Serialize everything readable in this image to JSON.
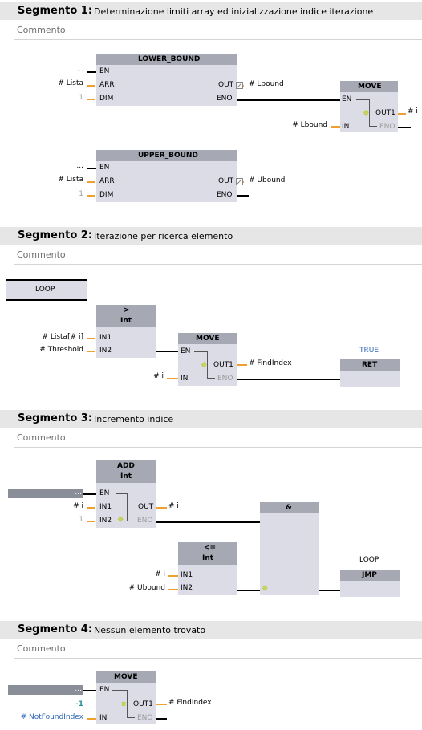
{
  "comment_placeholder": "Commento",
  "segments": [
    {
      "number": "Segmento 1:",
      "title": "Determinazione limiti array ed inizializzazione indice iterazione",
      "lower_bound": {
        "title": "LOWER_BOUND",
        "en": "EN",
        "arr": "ARR",
        "dim": "DIM",
        "out": "OUT",
        "eno": "ENO",
        "en_input": "...",
        "arr_input": "# Lista",
        "dim_input": "1",
        "out_target": "# Lbound"
      },
      "upper_bound": {
        "title": "UPPER_BOUND",
        "en": "EN",
        "arr": "ARR",
        "dim": "DIM",
        "out": "OUT",
        "eno": "ENO",
        "en_input": "...",
        "arr_input": "# Lista",
        "dim_input": "1",
        "out_target": "# Ubound"
      },
      "move": {
        "title": "MOVE",
        "en": "EN",
        "in": "IN",
        "out1": "OUT1",
        "eno": "ENO",
        "in_input": "# Lbound",
        "out_target": "# i"
      }
    },
    {
      "number": "Segmento 2:",
      "title": "Iterazione per ricerca elemento",
      "label": "LOOP",
      "cmp": {
        "title": ">",
        "type": "Int",
        "in1": "IN1",
        "in2": "IN2",
        "in1_input": "# Lista[# i]",
        "in2_input": "# Threshold"
      },
      "move": {
        "title": "MOVE",
        "en": "EN",
        "in": "IN",
        "out1": "OUT1",
        "eno": "ENO",
        "in_input": "# i",
        "out_target": "# FindIndex"
      },
      "ret": {
        "title": "RET",
        "value": "TRUE"
      }
    },
    {
      "number": "Segmento 3:",
      "title": "Incremento indice",
      "add": {
        "title": "ADD",
        "type": "Int",
        "en": "EN",
        "in1": "IN1",
        "in2": "IN2",
        "out": "OUT",
        "eno": "ENO",
        "en_input": "...",
        "in1_input": "# i",
        "in2_input": "1",
        "out_target": "# i"
      },
      "le": {
        "title": "<=",
        "type": "Int",
        "in1": "IN1",
        "in2": "IN2",
        "in1_input": "# i",
        "in2_input": "# Ubound"
      },
      "and": {
        "title": "&"
      },
      "jmp": {
        "title": "JMP",
        "label": "LOOP"
      }
    },
    {
      "number": "Segmento 4:",
      "title": "Nessun elemento trovato",
      "move": {
        "title": "MOVE",
        "en": "EN",
        "in": "IN",
        "out1": "OUT1",
        "eno": "ENO",
        "en_input": "...",
        "constant": "-1",
        "in_input": "# NotFoundIndex",
        "out_target": "# FindIndex"
      }
    }
  ],
  "colors": {
    "segment_bar": "#e6e6e6",
    "block_body": "#dcdce6",
    "block_header": "#a6a8b4",
    "pin_stub": "#f0a030",
    "variable_blue": "#2a64b4",
    "constant_teal": "#2a8f9c"
  }
}
